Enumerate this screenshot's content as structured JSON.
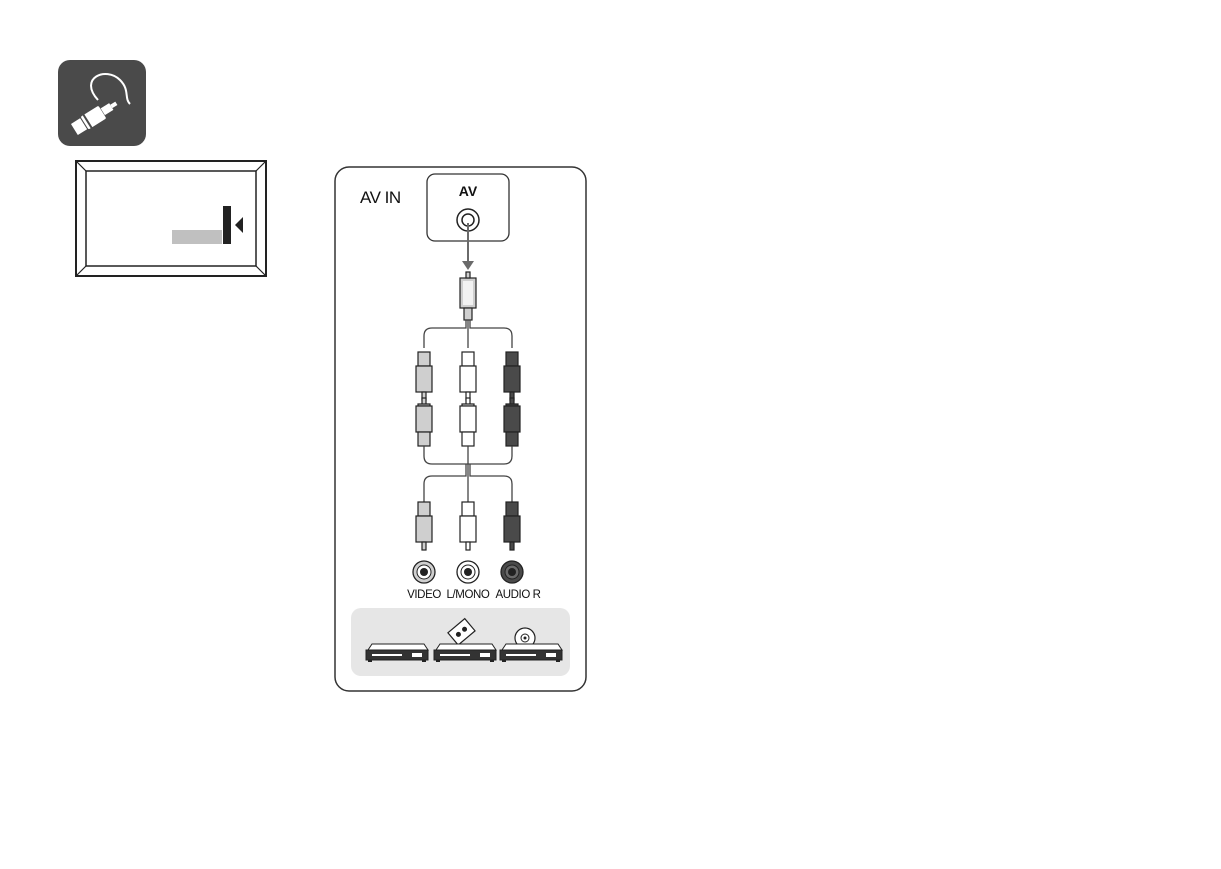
{
  "panel": {
    "input_label": "AV IN",
    "jack_label": "AV"
  },
  "ports": [
    {
      "label": "VIDEO",
      "color": "#cfcfcf"
    },
    {
      "label": "L/MONO",
      "color": "#ffffff"
    },
    {
      "label": "AUDIO R",
      "color": "#4a4a4a"
    }
  ],
  "icons": {
    "connection": "cable-plug-icon",
    "tv": "tv-side-panel-icon",
    "devices": [
      "dvd-player-icon",
      "vcr-icon",
      "disc-player-icon"
    ]
  },
  "colors": {
    "icon_bg": "#4a4a4a",
    "arrow": "#6a6a6a",
    "device_tray": "#e6e6e6",
    "tv_port_highlight": "#c0c0c0"
  }
}
